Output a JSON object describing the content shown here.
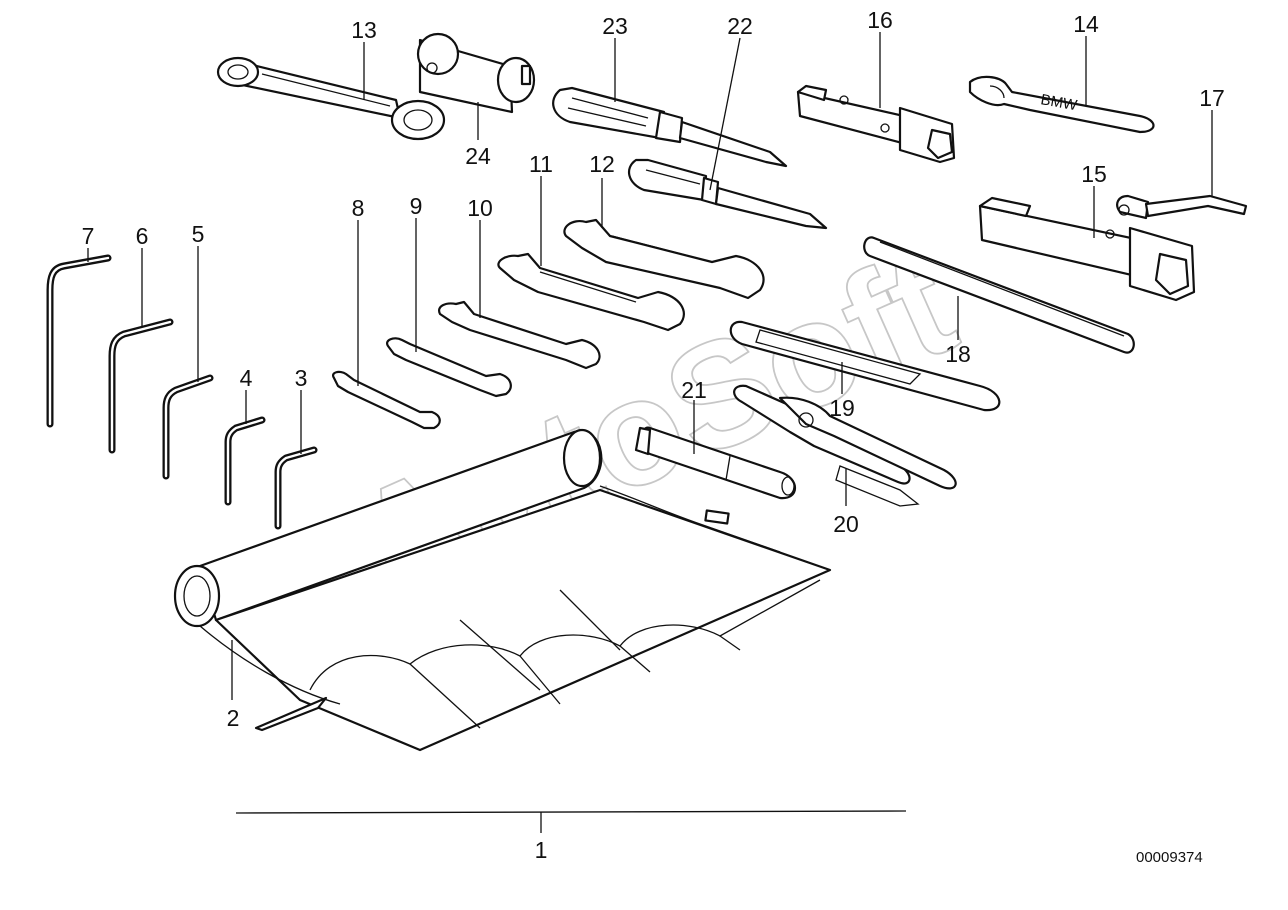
{
  "diagram": {
    "watermark": "AutoSoft",
    "document_number": "00009374",
    "callouts": [
      "1",
      "2",
      "3",
      "4",
      "5",
      "6",
      "7",
      "8",
      "9",
      "10",
      "11",
      "12",
      "13",
      "14",
      "15",
      "16",
      "17",
      "18",
      "19",
      "20",
      "21",
      "22",
      "23",
      "24"
    ]
  }
}
